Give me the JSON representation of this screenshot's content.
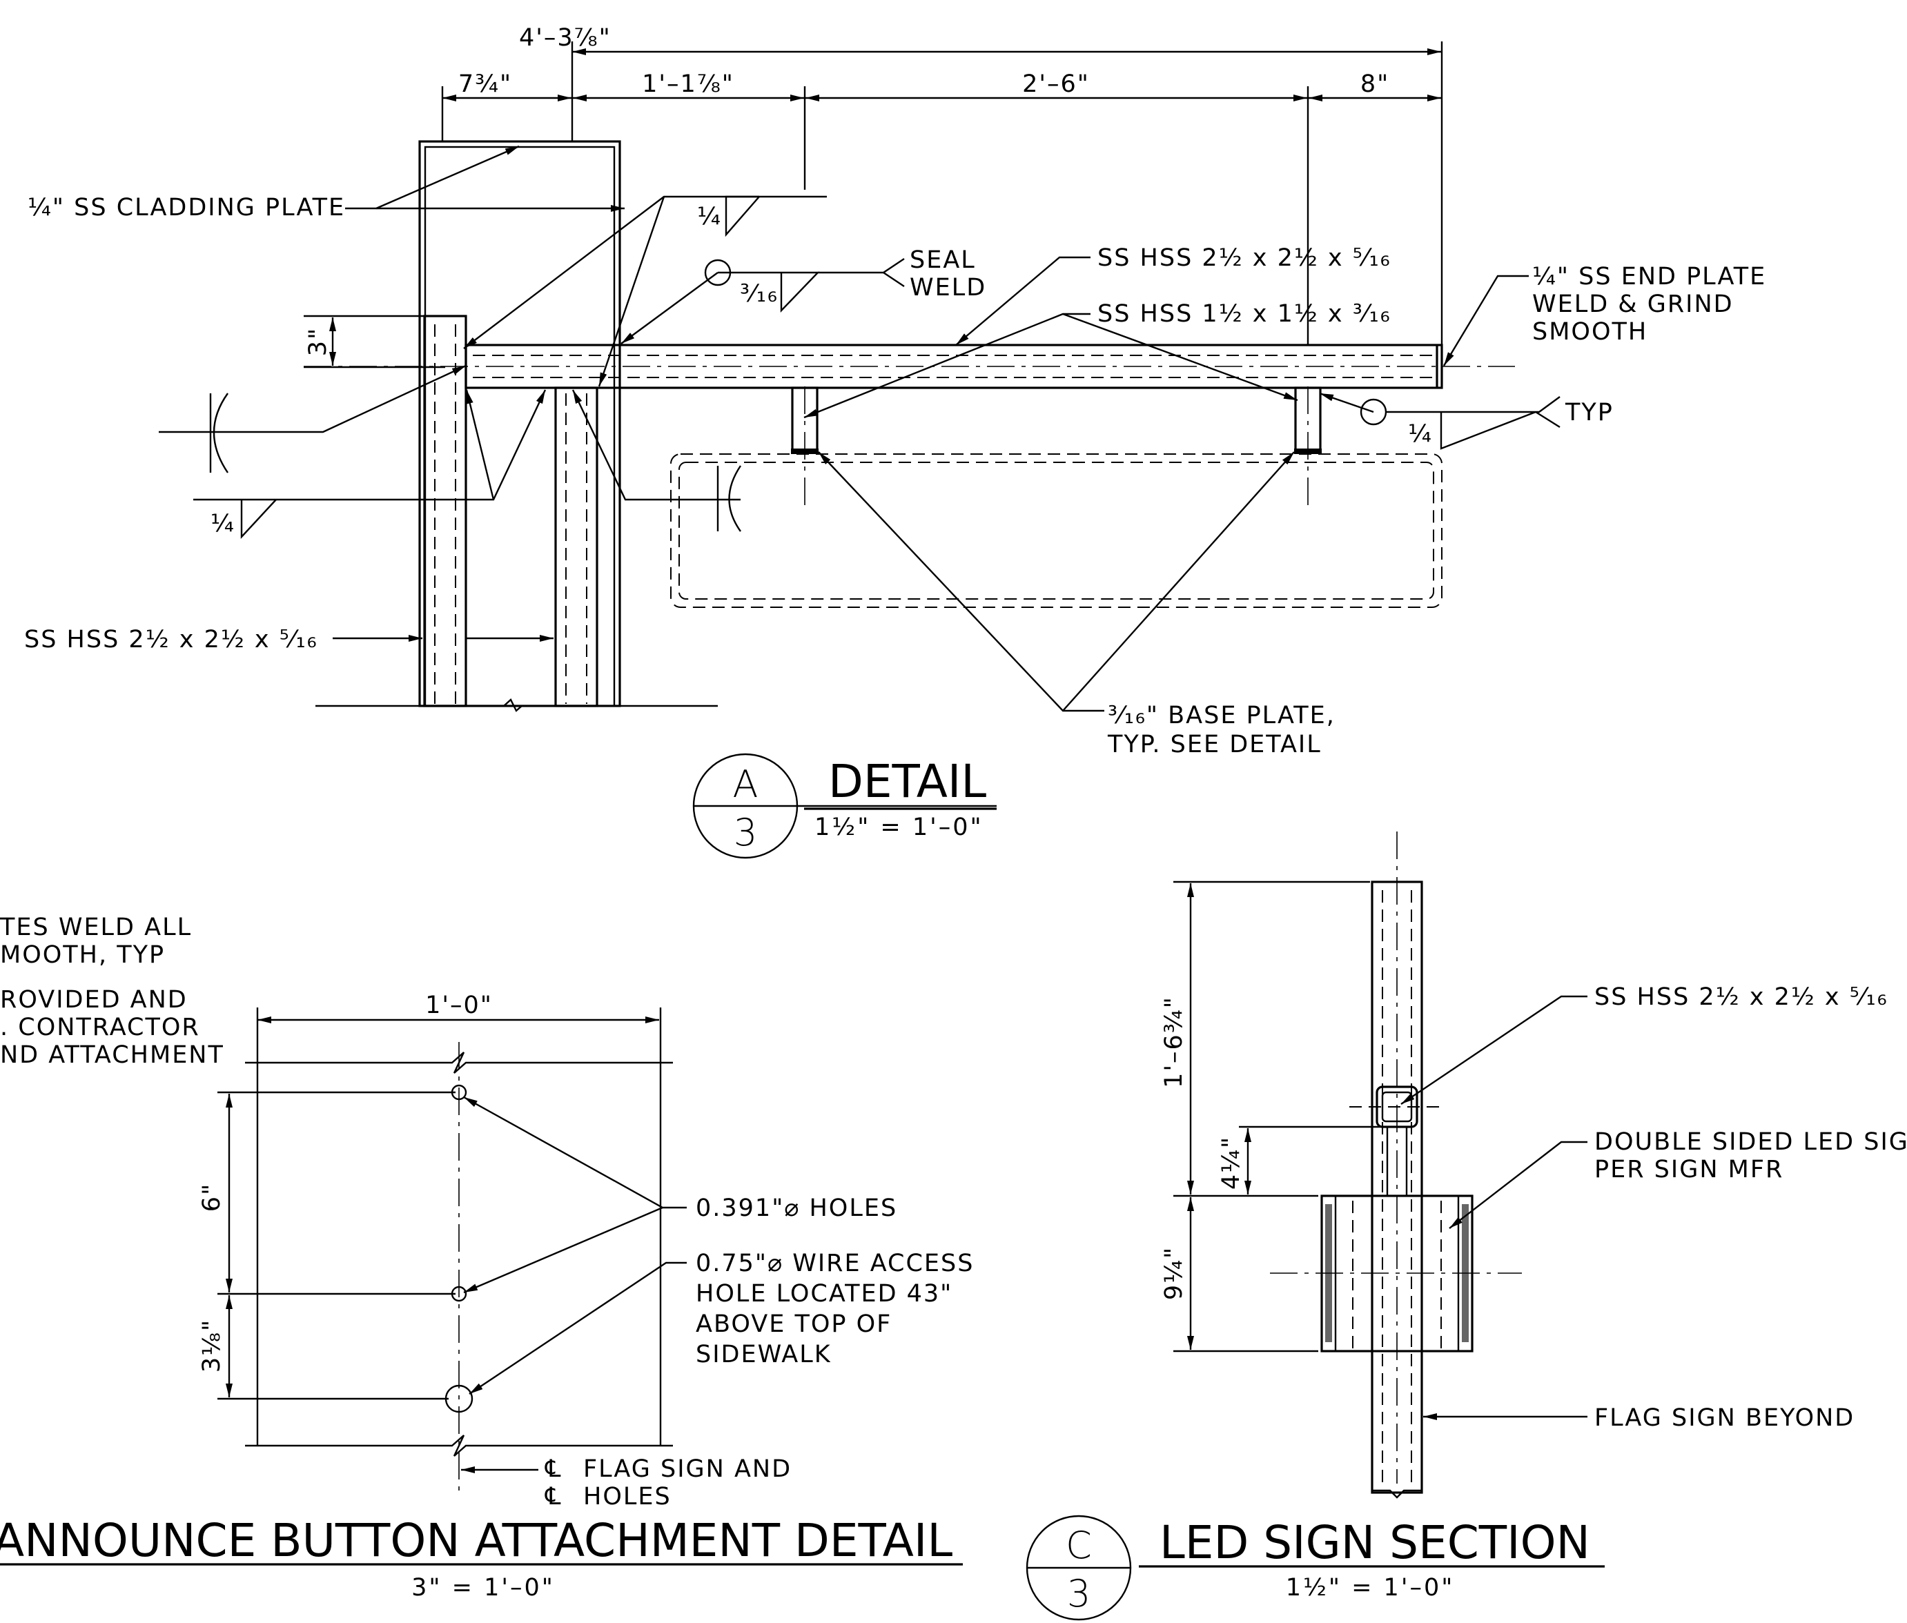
{
  "detail_a": {
    "dim_overall": "4'–3⅞\"",
    "dim_1": "7¾\"",
    "dim_2": "1'–1⅞\"",
    "dim_3": "2'–6\"",
    "dim_4": "8\"",
    "dim_vert": "3\"",
    "cladding": "¼\" SS CLADDING PLATE",
    "weld_1": "¼",
    "weld_2": "³⁄₁₆",
    "weld_3": "¼",
    "weld_4": "¼",
    "seal_weld_1": "SEAL",
    "seal_weld_2": "WELD",
    "hss_large": "SS HSS 2½ x 2½ x ⁵⁄₁₆",
    "hss_small": "SS HSS 1½ x 1½ x ³⁄₁₆",
    "end_plate_1": "¼\" SS END PLATE",
    "end_plate_2": "WELD & GRIND",
    "end_plate_3": "SMOOTH",
    "typ": "TYP",
    "post_hss": "SS HSS 2½ x 2½ x ⁵⁄₁₆",
    "base_plate_1": "³⁄₁₆\" BASE PLATE,",
    "base_plate_2": "TYP. SEE DETAIL",
    "bubble_letter": "A",
    "bubble_sheet": "3",
    "title": "DETAIL",
    "scale": "1½\" = 1'–0\""
  },
  "notes_left": {
    "line1": "TES WELD ALL",
    "line2": "MOOTH, TYP",
    "line3": "ROVIDED AND",
    "line4": ". CONTRACTOR",
    "line5": "ND ATTACHMENT"
  },
  "detail_b": {
    "dim_width": "1'–0\"",
    "dim_6": "6\"",
    "dim_3_1_8": "3⅛\"",
    "holes": "0.391\"⌀ HOLES",
    "wire_1": "0.75\"⌀ WIRE ACCESS",
    "wire_2": "HOLE LOCATED 43\"",
    "wire_3": "ABOVE TOP OF",
    "wire_4": "SIDEWALK",
    "cl_symbol": "℄",
    "cl_1": "FLAG SIGN AND",
    "cl_2": "HOLES",
    "title": "ANNOUNCE BUTTON ATTACHMENT DETAIL",
    "scale": "3\" = 1'–0\""
  },
  "detail_c": {
    "dim_top": "1'–6¾\"",
    "dim_mid": "4¼\"",
    "dim_bot": "9¼\"",
    "hss": "SS HSS 2½ x 2½ x ⁵⁄₁₆",
    "led_1": "DOUBLE SIDED LED SIGN",
    "led_2": "PER SIGN MFR",
    "flag": "FLAG SIGN BEYOND",
    "bubble_letter": "C",
    "bubble_sheet": "3",
    "title": "LED SIGN SECTION",
    "scale": "1½\" = 1'–0\""
  }
}
